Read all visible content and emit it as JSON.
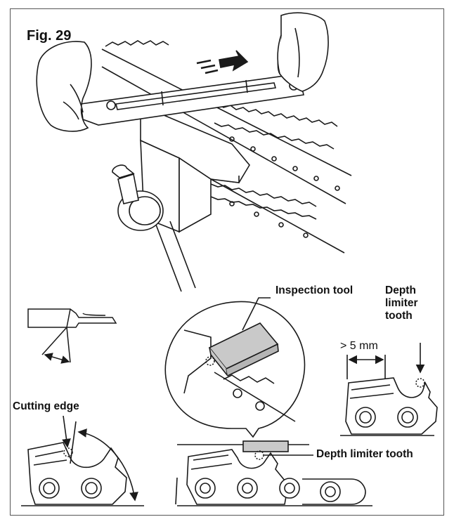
{
  "figure": {
    "label": "Fig. 29"
  },
  "labels": {
    "inspection_tool": "Inspection tool",
    "depth_limiter_tooth_lines": [
      "Depth",
      "limiter",
      "tooth"
    ],
    "gap": "> 5 mm",
    "cutting_edge": "Cutting edge",
    "depth_limiter_tooth": "Depth limiter tooth"
  },
  "colors": {
    "line": "#1a1a1a",
    "tool_fill": "#c9c9c9",
    "chain_fill": "#f2f2f2",
    "frame": "#555555"
  }
}
